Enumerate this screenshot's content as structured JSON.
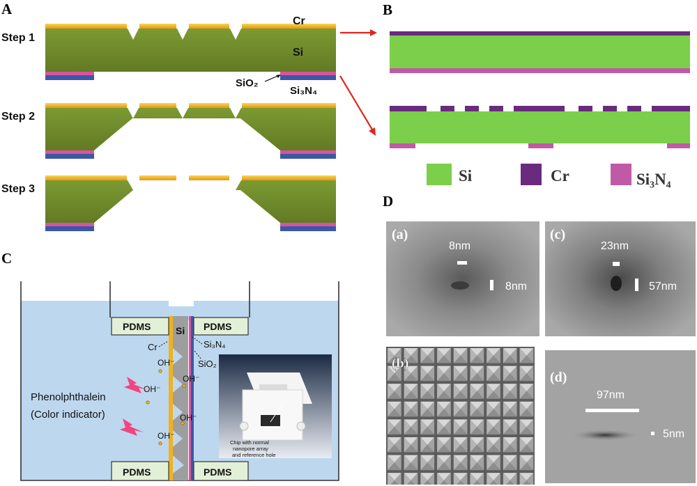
{
  "panels": {
    "A": "A",
    "B": "B",
    "C": "C",
    "D": "D"
  },
  "steps": [
    "Step 1",
    "Step 2",
    "Step 3"
  ],
  "panelA": {
    "cr": "Cr",
    "si": "Si",
    "sio2": "SiO₂",
    "si3n4": "Si₃N₄"
  },
  "legendB": [
    {
      "label": "Si",
      "color": "#7bcf4a"
    },
    {
      "label": "Cr",
      "color": "#6a2a7e"
    },
    {
      "label": "Si₃N₄",
      "color": "#c05aa6"
    }
  ],
  "panelC": {
    "pdms": "PDMS",
    "si": "Si",
    "cr": "Cr",
    "si3n4": "Si₃N₄",
    "sio2": "SiO₂",
    "oh": "OH⁻",
    "indicator_line1": "Phenolphthalein",
    "indicator_line2": "(Color indicator)",
    "photo_caption": [
      "Chip with normal",
      "nanopore array",
      "and reference hole"
    ]
  },
  "panelD": {
    "a": {
      "tag": "(a)",
      "width": "8nm",
      "height": "8nm"
    },
    "b": {
      "tag": "(b)"
    },
    "c": {
      "tag": "(c)",
      "width": "23nm",
      "height": "57nm"
    },
    "d": {
      "tag": "(d)",
      "width": "97nm",
      "height": "5nm"
    }
  },
  "colors": {
    "si_dark": "#6f8a2c",
    "cr_gold": "#f2b21d",
    "si3n4_pink": "#d9549c",
    "sio2_blue": "#3c57a8",
    "solution_blue": "#bdd7ee",
    "pdms_green": "#e3f0d8"
  }
}
